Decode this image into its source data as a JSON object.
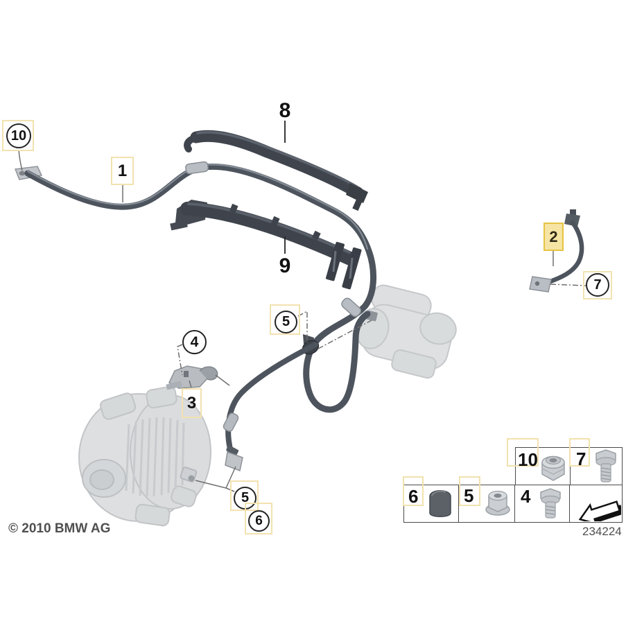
{
  "figure": {
    "copyright": "© 2010 BMW AG",
    "diagram_number": "234224",
    "description": "BMW battery / starter / alternator cable parts diagram"
  },
  "colors": {
    "highlight-fill": "#F6E4A4",
    "highlight-border": "#E6C341",
    "hotspot-border": "#F2E2AE",
    "cable": "#4d545d",
    "cover": "#40454d",
    "faded-part": "#d7d9db",
    "text-gray": "#4f4f4f"
  },
  "callouts": {
    "c10": {
      "label": "10"
    },
    "c1": {
      "label": "1"
    },
    "c8": {
      "label": "8"
    },
    "c9": {
      "label": "9"
    },
    "c2": {
      "label": "2",
      "highlighted": true
    },
    "c7": {
      "label": "7"
    },
    "c5_mid": {
      "label": "5"
    },
    "c4": {
      "label": "4"
    },
    "c3": {
      "label": "3"
    },
    "c5_low": {
      "label": "5"
    },
    "c6": {
      "label": "6"
    }
  },
  "legend": {
    "top_row": [
      {
        "number": "10",
        "icon": "lock-nut-icon",
        "boxed": true
      },
      {
        "number": "7",
        "icon": "hex-bolt-icon",
        "boxed": true
      }
    ],
    "bottom_row": [
      {
        "number": "6",
        "icon": "protective-cap-icon",
        "boxed": true
      },
      {
        "number": "5",
        "icon": "flange-nut-icon",
        "boxed": true
      },
      {
        "number": "4",
        "icon": "hex-screw-icon",
        "boxed": false
      },
      {
        "number": "",
        "icon": "direction-arrow-icon",
        "boxed": false
      }
    ]
  }
}
